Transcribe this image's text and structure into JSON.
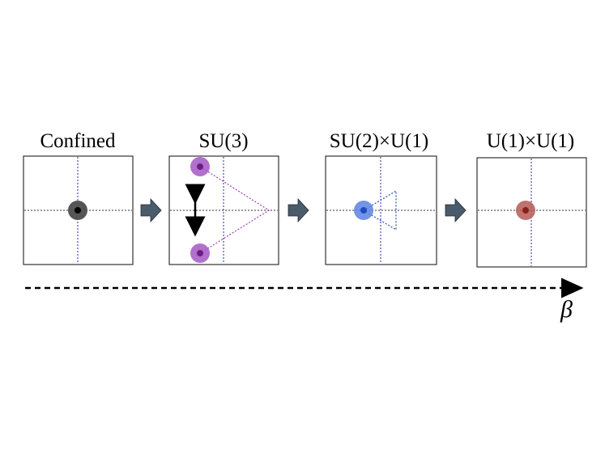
{
  "panels": [
    {
      "title": "Confined",
      "dot_color": "#555555",
      "dot_core": "#000000"
    },
    {
      "title": "SU(3)",
      "dot_color": "#a557c4",
      "dot_core": "#6a1f86"
    },
    {
      "title": "SU(2)×U(1)",
      "dot_color": "#5b83e0",
      "dot_core": "#1f4bc2"
    },
    {
      "title": "U(1)×U(1)",
      "dot_color": "#b55a55",
      "dot_core": "#8a1e1a"
    }
  ],
  "arrow_color": "#4a5b6c",
  "axis_label": "β",
  "colors": {
    "crosshair_blue": "#2a2aa0",
    "triangle_purple": "#9a3fb8",
    "triangle_blue": "#2a4fb8",
    "frame": "#333333"
  }
}
